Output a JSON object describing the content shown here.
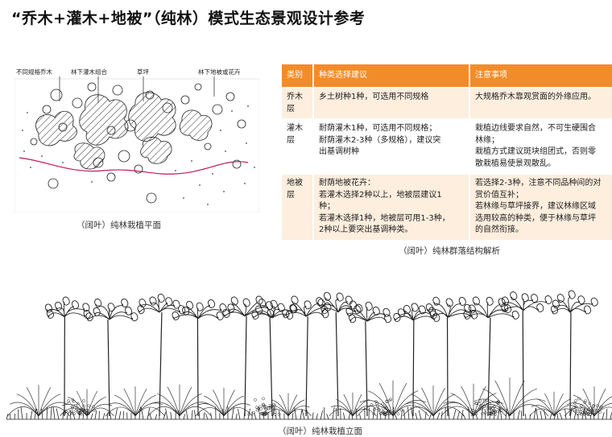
{
  "title": "“乔木+灌木+地被”（纯林）模式生态景观设计参考",
  "plan": {
    "labels": [
      "不同规格乔木",
      "林下灌木组合",
      "草坪",
      "林下地被或花卉"
    ],
    "caption": "（阔叶）纯林栽植平面"
  },
  "table": {
    "headers": [
      "类别",
      "种类选择建议",
      "注意事项"
    ],
    "rows": [
      {
        "layer": "乔木层",
        "species": [
          "乡土树种1种，可选用不同规格"
        ],
        "notes": [
          "大规格乔木靠观赏面的外缘应用。"
        ]
      },
      {
        "layer": "灌木层",
        "species": [
          "耐荫灌木1种，可选用不同规格；",
          "耐荫灌木2-3种（多规格），建议突",
          "出基调树种"
        ],
        "notes": [
          "栽植边线要求自然，不可生硬围合",
          "林缘；",
          "栽植方式建议斑块组团式，否则零",
          "散栽植易使景观散乱。"
        ]
      },
      {
        "layer": "地被层",
        "species": [
          "耐荫地被花卉：",
          "若灌木选择2种以上，地被层建议1",
          "种；",
          "若灌木选择1种，地被层可用1-3种，",
          "2种以上要突出基调种类。"
        ],
        "notes": [
          "若选择2-3种，注意不同品种间的对",
          "赏价值互补；",
          "若林缘与草坪接界，建议林缘区域",
          "选用较高的种类，便于林缘与草坪",
          "的自然衔接。"
        ]
      }
    ],
    "caption": "（阔叶）纯林群落结构解析"
  },
  "elevation": {
    "caption": "（阔叶）纯林栽植立面"
  },
  "colors": {
    "header": "#f28c2b",
    "row_tint": "#fdeede",
    "accent_line": "#c2185b"
  }
}
